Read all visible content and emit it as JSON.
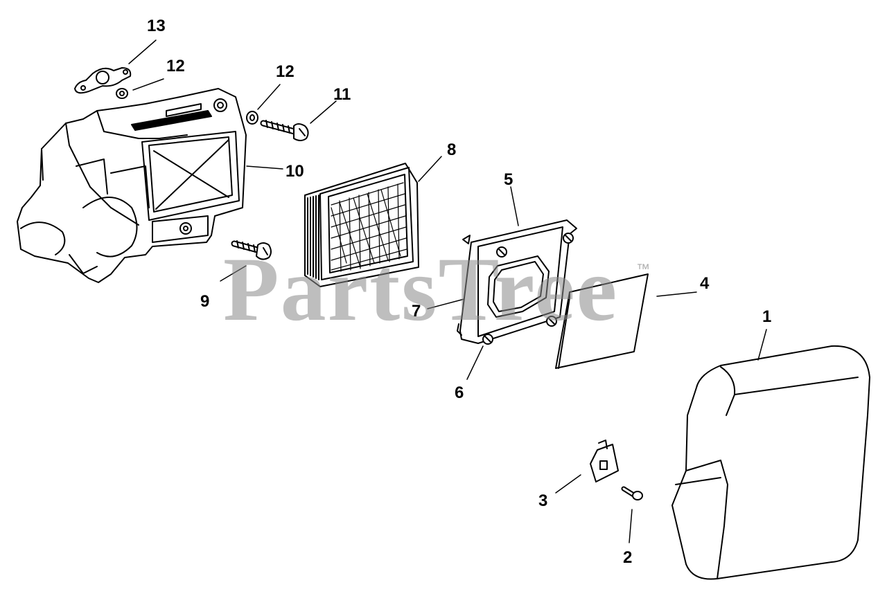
{
  "callouts": [
    {
      "id": "1",
      "label": "1"
    },
    {
      "id": "2",
      "label": "2"
    },
    {
      "id": "3",
      "label": "3"
    },
    {
      "id": "4",
      "label": "4"
    },
    {
      "id": "5",
      "label": "5"
    },
    {
      "id": "6",
      "label": "6"
    },
    {
      "id": "7",
      "label": "7"
    },
    {
      "id": "8",
      "label": "8"
    },
    {
      "id": "9",
      "label": "9"
    },
    {
      "id": "10",
      "label": "10"
    },
    {
      "id": "11",
      "label": "11"
    },
    {
      "id": "12a",
      "label": "12"
    },
    {
      "id": "12b",
      "label": "12"
    },
    {
      "id": "13",
      "label": "13"
    }
  ],
  "watermark": {
    "text": "PartsTree",
    "trademark": "™"
  }
}
